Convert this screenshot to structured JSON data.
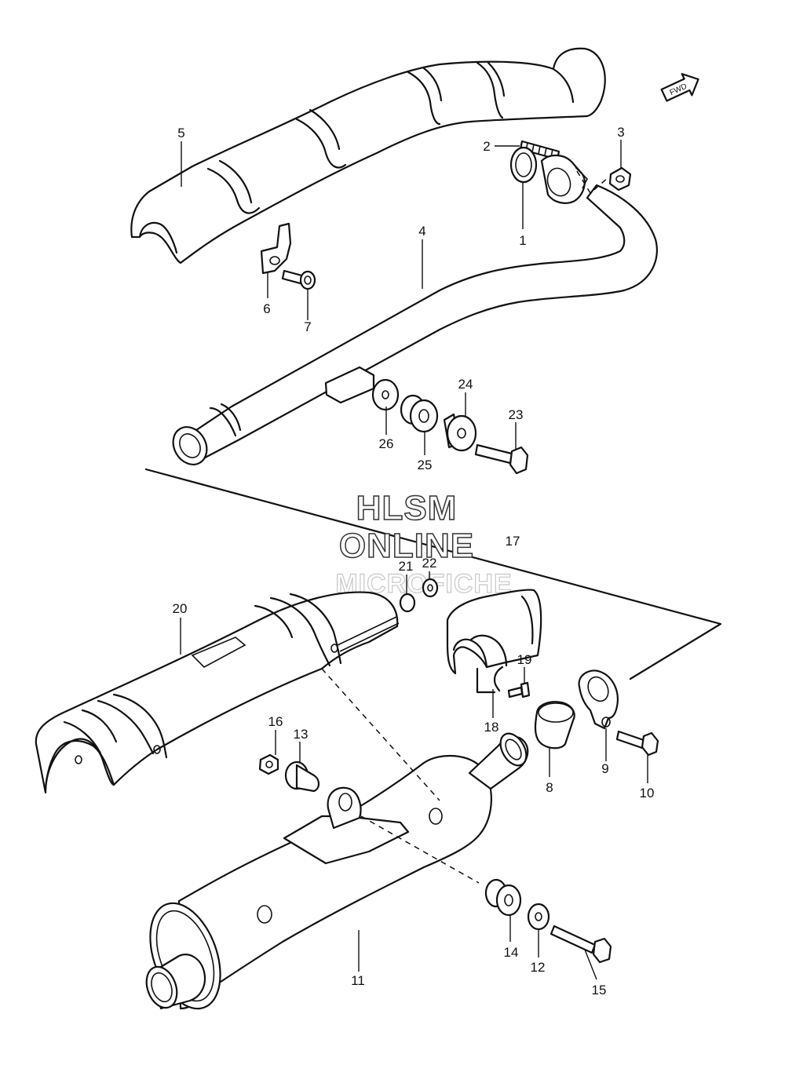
{
  "watermark": {
    "line1": "HLSM",
    "line2": "ONLINE",
    "line3": "MICROFICHE"
  },
  "direction_arrow": {
    "label": "FWD",
    "icon": "forward-arrow-icon"
  },
  "callouts": [
    "1",
    "2",
    "3",
    "4",
    "5",
    "6",
    "7",
    "8",
    "9",
    "10",
    "11",
    "12",
    "13",
    "14",
    "15",
    "16",
    "17",
    "18",
    "19",
    "20",
    "21",
    "22",
    "23",
    "24",
    "25",
    "26"
  ]
}
